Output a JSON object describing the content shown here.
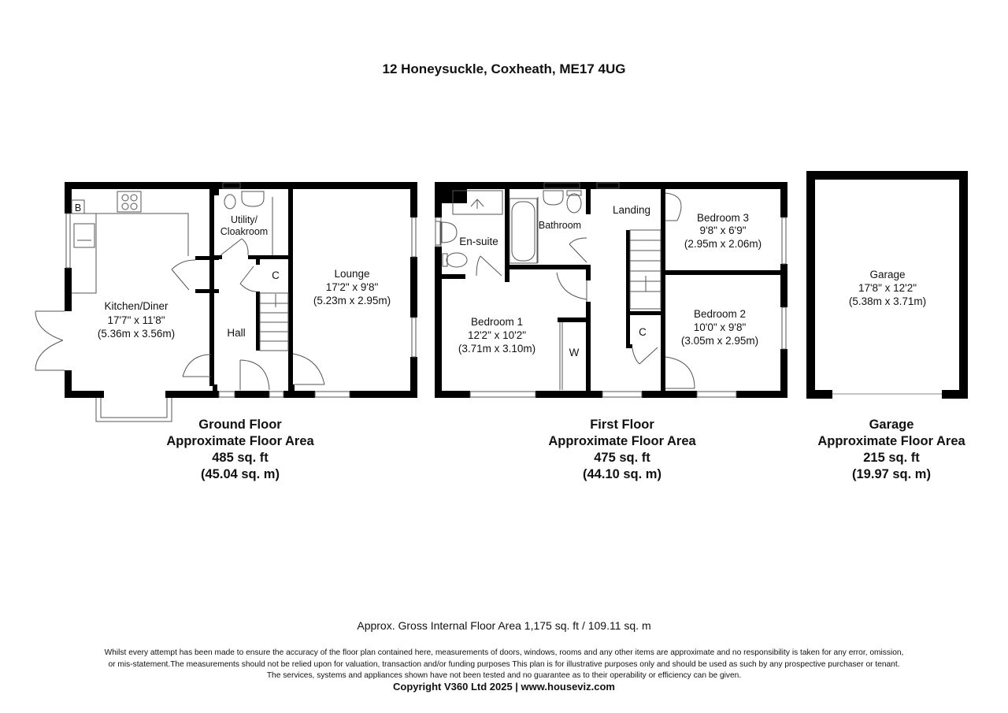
{
  "title": "12 Honeysuckle, Coxheath, ME17 4UG",
  "floors": [
    {
      "name": "Ground Floor",
      "caption": [
        "Ground Floor",
        "Approximate Floor Area",
        "485 sq. ft",
        "(45.04 sq. m)"
      ],
      "rooms": [
        {
          "name": "Kitchen/Diner",
          "imperial": "17'7\" x 11'8\"",
          "metric": "(5.36m x 3.56m)"
        },
        {
          "name": "Utility/",
          "name2": "Cloakroom"
        },
        {
          "name": "C"
        },
        {
          "name": "Hall"
        },
        {
          "name": "Lounge",
          "imperial": "17'2\" x 9'8\"",
          "metric": "(5.23m x 2.95m)"
        },
        {
          "name": "B"
        }
      ]
    },
    {
      "name": "First Floor",
      "caption": [
        "First Floor",
        "Approximate Floor Area",
        "475 sq. ft",
        "(44.10 sq. m)"
      ],
      "rooms": [
        {
          "name": "En-suite"
        },
        {
          "name": "Bathroom"
        },
        {
          "name": "Landing"
        },
        {
          "name": "Bedroom 3",
          "imperial": "9'8\" x 6'9\"",
          "metric": "(2.95m x 2.06m)"
        },
        {
          "name": "Bedroom 1",
          "imperial": "12'2\" x 10'2\"",
          "metric": "(3.71m x 3.10m)"
        },
        {
          "name": "W"
        },
        {
          "name": "C"
        },
        {
          "name": "Bedroom 2",
          "imperial": "10'0\" x 9'8\"",
          "metric": "(3.05m x 2.95m)"
        }
      ]
    },
    {
      "name": "Garage",
      "caption": [
        "Garage",
        "Approximate Floor Area",
        "215 sq. ft",
        "(19.97 sq. m)"
      ],
      "rooms": [
        {
          "name": "Garage",
          "imperial": "17'8\" x 12'2\"",
          "metric": "(5.38m x 3.71m)"
        }
      ]
    }
  ],
  "gross_area": "Approx. Gross Internal Floor Area 1,175 sq. ft / 109.11 sq. m",
  "disclaimer": [
    "Whilst every attempt has been made to ensure the accuracy of the floor plan contained here, measurements of doors, windows, rooms and any other items are approximate and no responsibility is taken for any error, omission,",
    "or mis-statement.The measurements should not be relied upon for valuation, transaction and/or funding purposes This plan is for illustrative purposes only and should be used as such by any prospective purchaser or tenant.",
    "The services, systems and appliances shown have not been tested and no guarantee as to their operability or efficiency can be given."
  ],
  "copyright": "Copyright V360 Ltd 2025 | www.houseviz.com"
}
